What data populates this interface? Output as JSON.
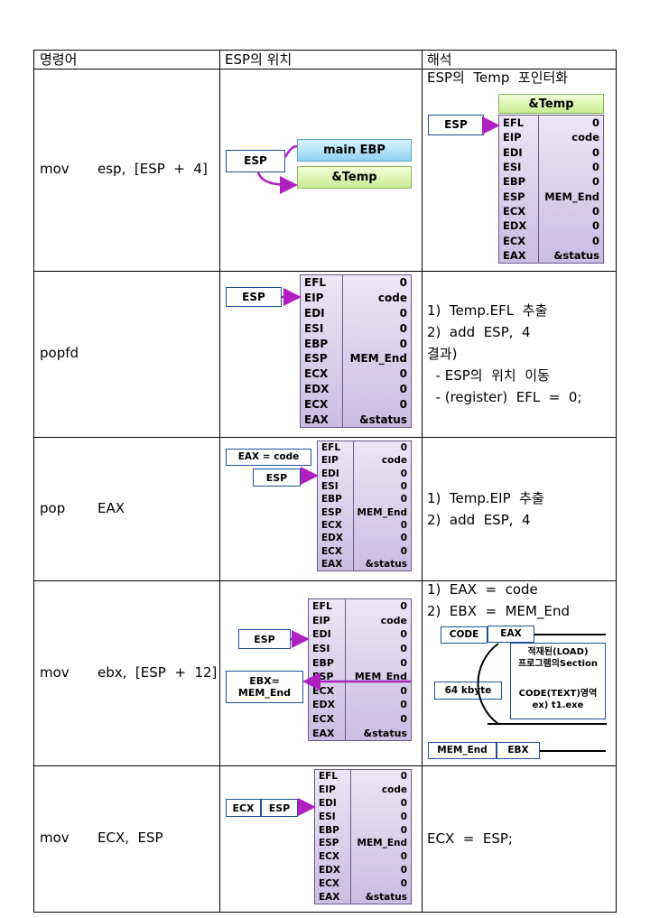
{
  "headers": {
    "instruction": "명령어",
    "esp_position": "ESP의 위치",
    "interpretation": "해석"
  },
  "rows": [
    {
      "op": "mov",
      "operands": "esp,  [ESP  +  4]",
      "interp": [
        "ESP의  Temp  포인터화"
      ]
    },
    {
      "op": "popfd",
      "operands": "",
      "interp": [
        "1)  Temp.EFL  추출",
        "2)  add  ESP,  4",
        "결과)",
        "  - ESP의  위치  이동",
        "  - (register)  EFL  =  0;"
      ]
    },
    {
      "op": "pop",
      "operands": "EAX",
      "interp": [
        "1)  Temp.EIP  추출",
        "2)  add  ESP,  4"
      ]
    },
    {
      "op": "mov",
      "operands": "ebx,  [ESP  +  12]",
      "interp": [
        "1)  EAX  =  code",
        "2)  EBX  =  MEM_End"
      ]
    },
    {
      "op": "mov",
      "operands": "ECX,  ESP",
      "interp": [
        "ECX  =  ESP;"
      ]
    }
  ],
  "diagram": {
    "esp": "ESP",
    "main_ebp": "main EBP",
    "temp": "&Temp",
    "eax_code": "EAX = code",
    "ebx_memend_1": "EBX=",
    "ebx_memend_2": "MEM_End",
    "ecx": "ECX",
    "stack_labels": [
      "EFL",
      "EIP",
      "EDI",
      "ESI",
      "EBP",
      "ESP",
      "ECX",
      "EDX",
      "ECX",
      "EAX"
    ],
    "stack_values": [
      "0",
      "code",
      "0",
      "0",
      "0",
      "MEM_End",
      "0",
      "0",
      "0",
      "&status"
    ],
    "section": {
      "code": "CODE",
      "eax": "EAX",
      "loaded_1": "적재된(LOAD)",
      "loaded_2": "프로그램의Section",
      "size": "64 kbyte",
      "code_text_1": "CODE(TEXT)영역",
      "code_text_2": "ex) t1.exe",
      "mem_end": "MEM_End",
      "ebx": "EBX"
    }
  },
  "colors": {
    "box_border": "#1f4e9b",
    "arrow": "#b020c0",
    "stack_top": "#ece6f6",
    "stack_bottom": "#c9bde2"
  }
}
